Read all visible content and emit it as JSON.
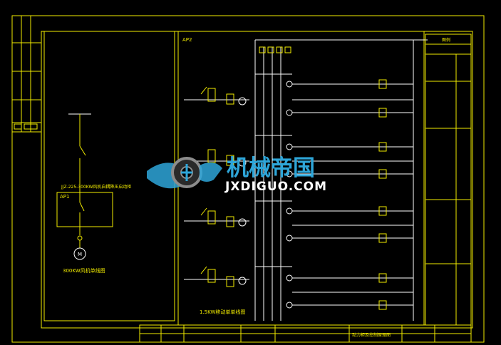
{
  "panel_left": {
    "feeder_label": "JJZ-225-300KW",
    "feeder_desc": "JJZ-225-300KW风机自耦降压启动柜",
    "cabinet_id": "AP1",
    "motor_symbol": "M",
    "caption": "300KW风机单线图"
  },
  "panel_mid": {
    "cabinet_id": "AP2",
    "caption": "1.5KW移动单单线图"
  },
  "side_box": {
    "title": "图例"
  },
  "logo": {
    "cn": "机械帝国",
    "en": "JXDIGUO.COM"
  },
  "title_block": {
    "drawing_title": "动力柜及控制原理图"
  },
  "colors": {
    "line": "#f2ec00",
    "white_line": "#ffffff",
    "logo_blue": "#2ea6d9",
    "background": "#000000"
  }
}
